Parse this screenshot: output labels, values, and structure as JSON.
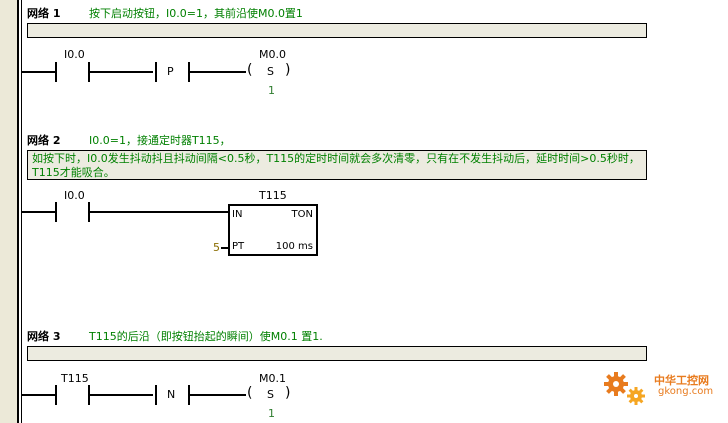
{
  "networks": [
    {
      "title": "网络 1",
      "comment": "按下启动按钮，I0.0=1，其前沿使M0.0置1",
      "box_comment": "",
      "contact_label": "I0.0",
      "edge_label": "P",
      "coil_label": "M0.0",
      "coil_letter": "S",
      "coil_value": "1"
    },
    {
      "title": "网络 2",
      "comment": "I0.0=1，接通定时器T115，",
      "box_comment": "如按下时，I0.0发生抖动抖且抖动间隔<0.5秒，T115的定时时间就会多次清零，只有在不发生抖动后，延时时间>0.5秒时，T115才能吸合。",
      "contact_label": "I0.0",
      "timer_label": "T115",
      "timer_in": "IN",
      "timer_type": "TON",
      "timer_pt": "PT",
      "timer_base": "100 ms",
      "timer_preset": "5"
    },
    {
      "title": "网络 3",
      "comment": "T115的后沿（即按钮抬起的瞬间）使M0.1 置1.",
      "box_comment": "",
      "contact_label": "T115",
      "edge_label": "N",
      "coil_label": "M0.1",
      "coil_letter": "S",
      "coil_value": "1"
    }
  ],
  "watermark": {
    "text_cn": "中华工控网",
    "url": "gkong.com"
  },
  "colors": {
    "comment": "#008000",
    "comment_box_bg": "#ecebe0",
    "watermark": "#e87b1e"
  }
}
